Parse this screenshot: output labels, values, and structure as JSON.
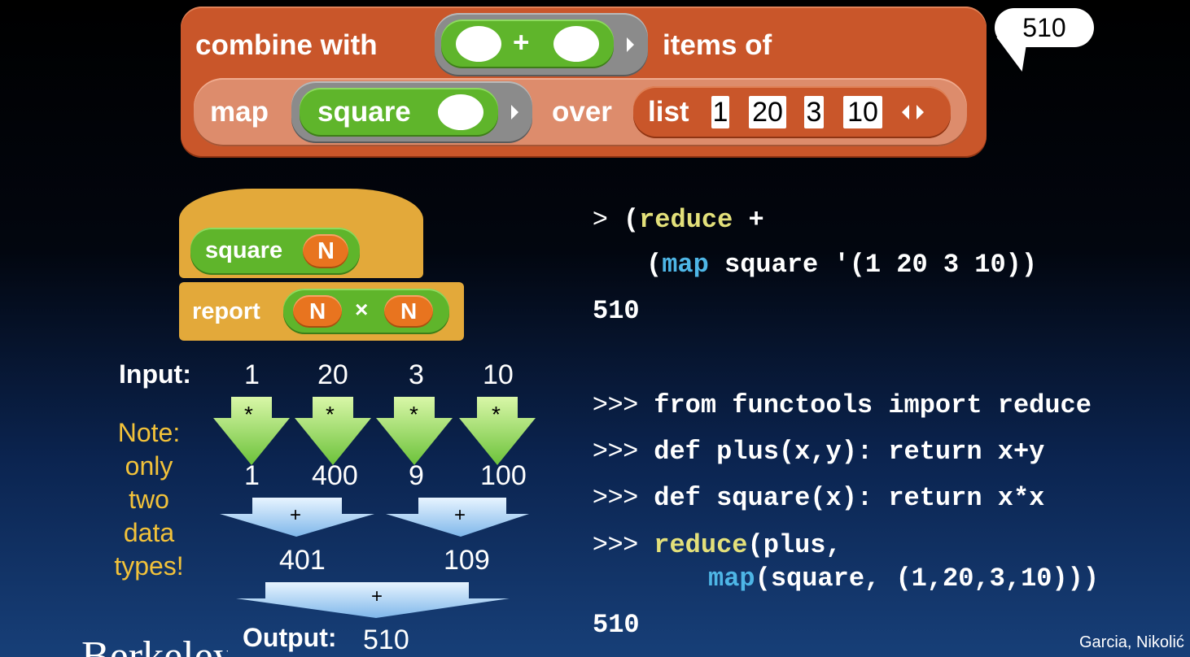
{
  "combine_block": {
    "label_combine": "combine with",
    "plus": "+",
    "label_items_of": "items of",
    "label_map": "map",
    "fn_square": "square",
    "label_over": "over",
    "label_list": "list",
    "list_items": [
      "1",
      "20",
      "3",
      "10"
    ]
  },
  "result_bubble": "510",
  "define_block": {
    "hat_label": "square",
    "param": "N",
    "report_label": "report",
    "times": "×"
  },
  "diagram": {
    "input_label": "Input:",
    "inputs": [
      "1",
      "20",
      "3",
      "10"
    ],
    "star": "*",
    "squares": [
      "1",
      "400",
      "9",
      "100"
    ],
    "plus": "+",
    "sums": [
      "401",
      "109"
    ],
    "output_label": "Output:",
    "output": "510",
    "note_lines": [
      "Note:",
      "only",
      "two",
      "data",
      "types!"
    ]
  },
  "scheme": {
    "prompt": ">",
    "line1_open": "(",
    "line1_fn": "reduce",
    "line1_rest": " +",
    "line2_open": "(",
    "line2_fn": "map",
    "line2_rest": " square '(1 20 3 10))",
    "result": "510"
  },
  "python": {
    "prompt": ">>>",
    "line1": "from functools import reduce",
    "line2": "def plus(x,y): return x+y",
    "line3": "def square(x): return x*x",
    "line4_fn": "reduce",
    "line4_rest": "(plus,",
    "line5_fn": "map",
    "line5_rest": "(square, (1,20,3,10)))",
    "result": "510"
  },
  "credit": "Garcia, Nikolić",
  "bottom_left_text": "Berkeley"
}
